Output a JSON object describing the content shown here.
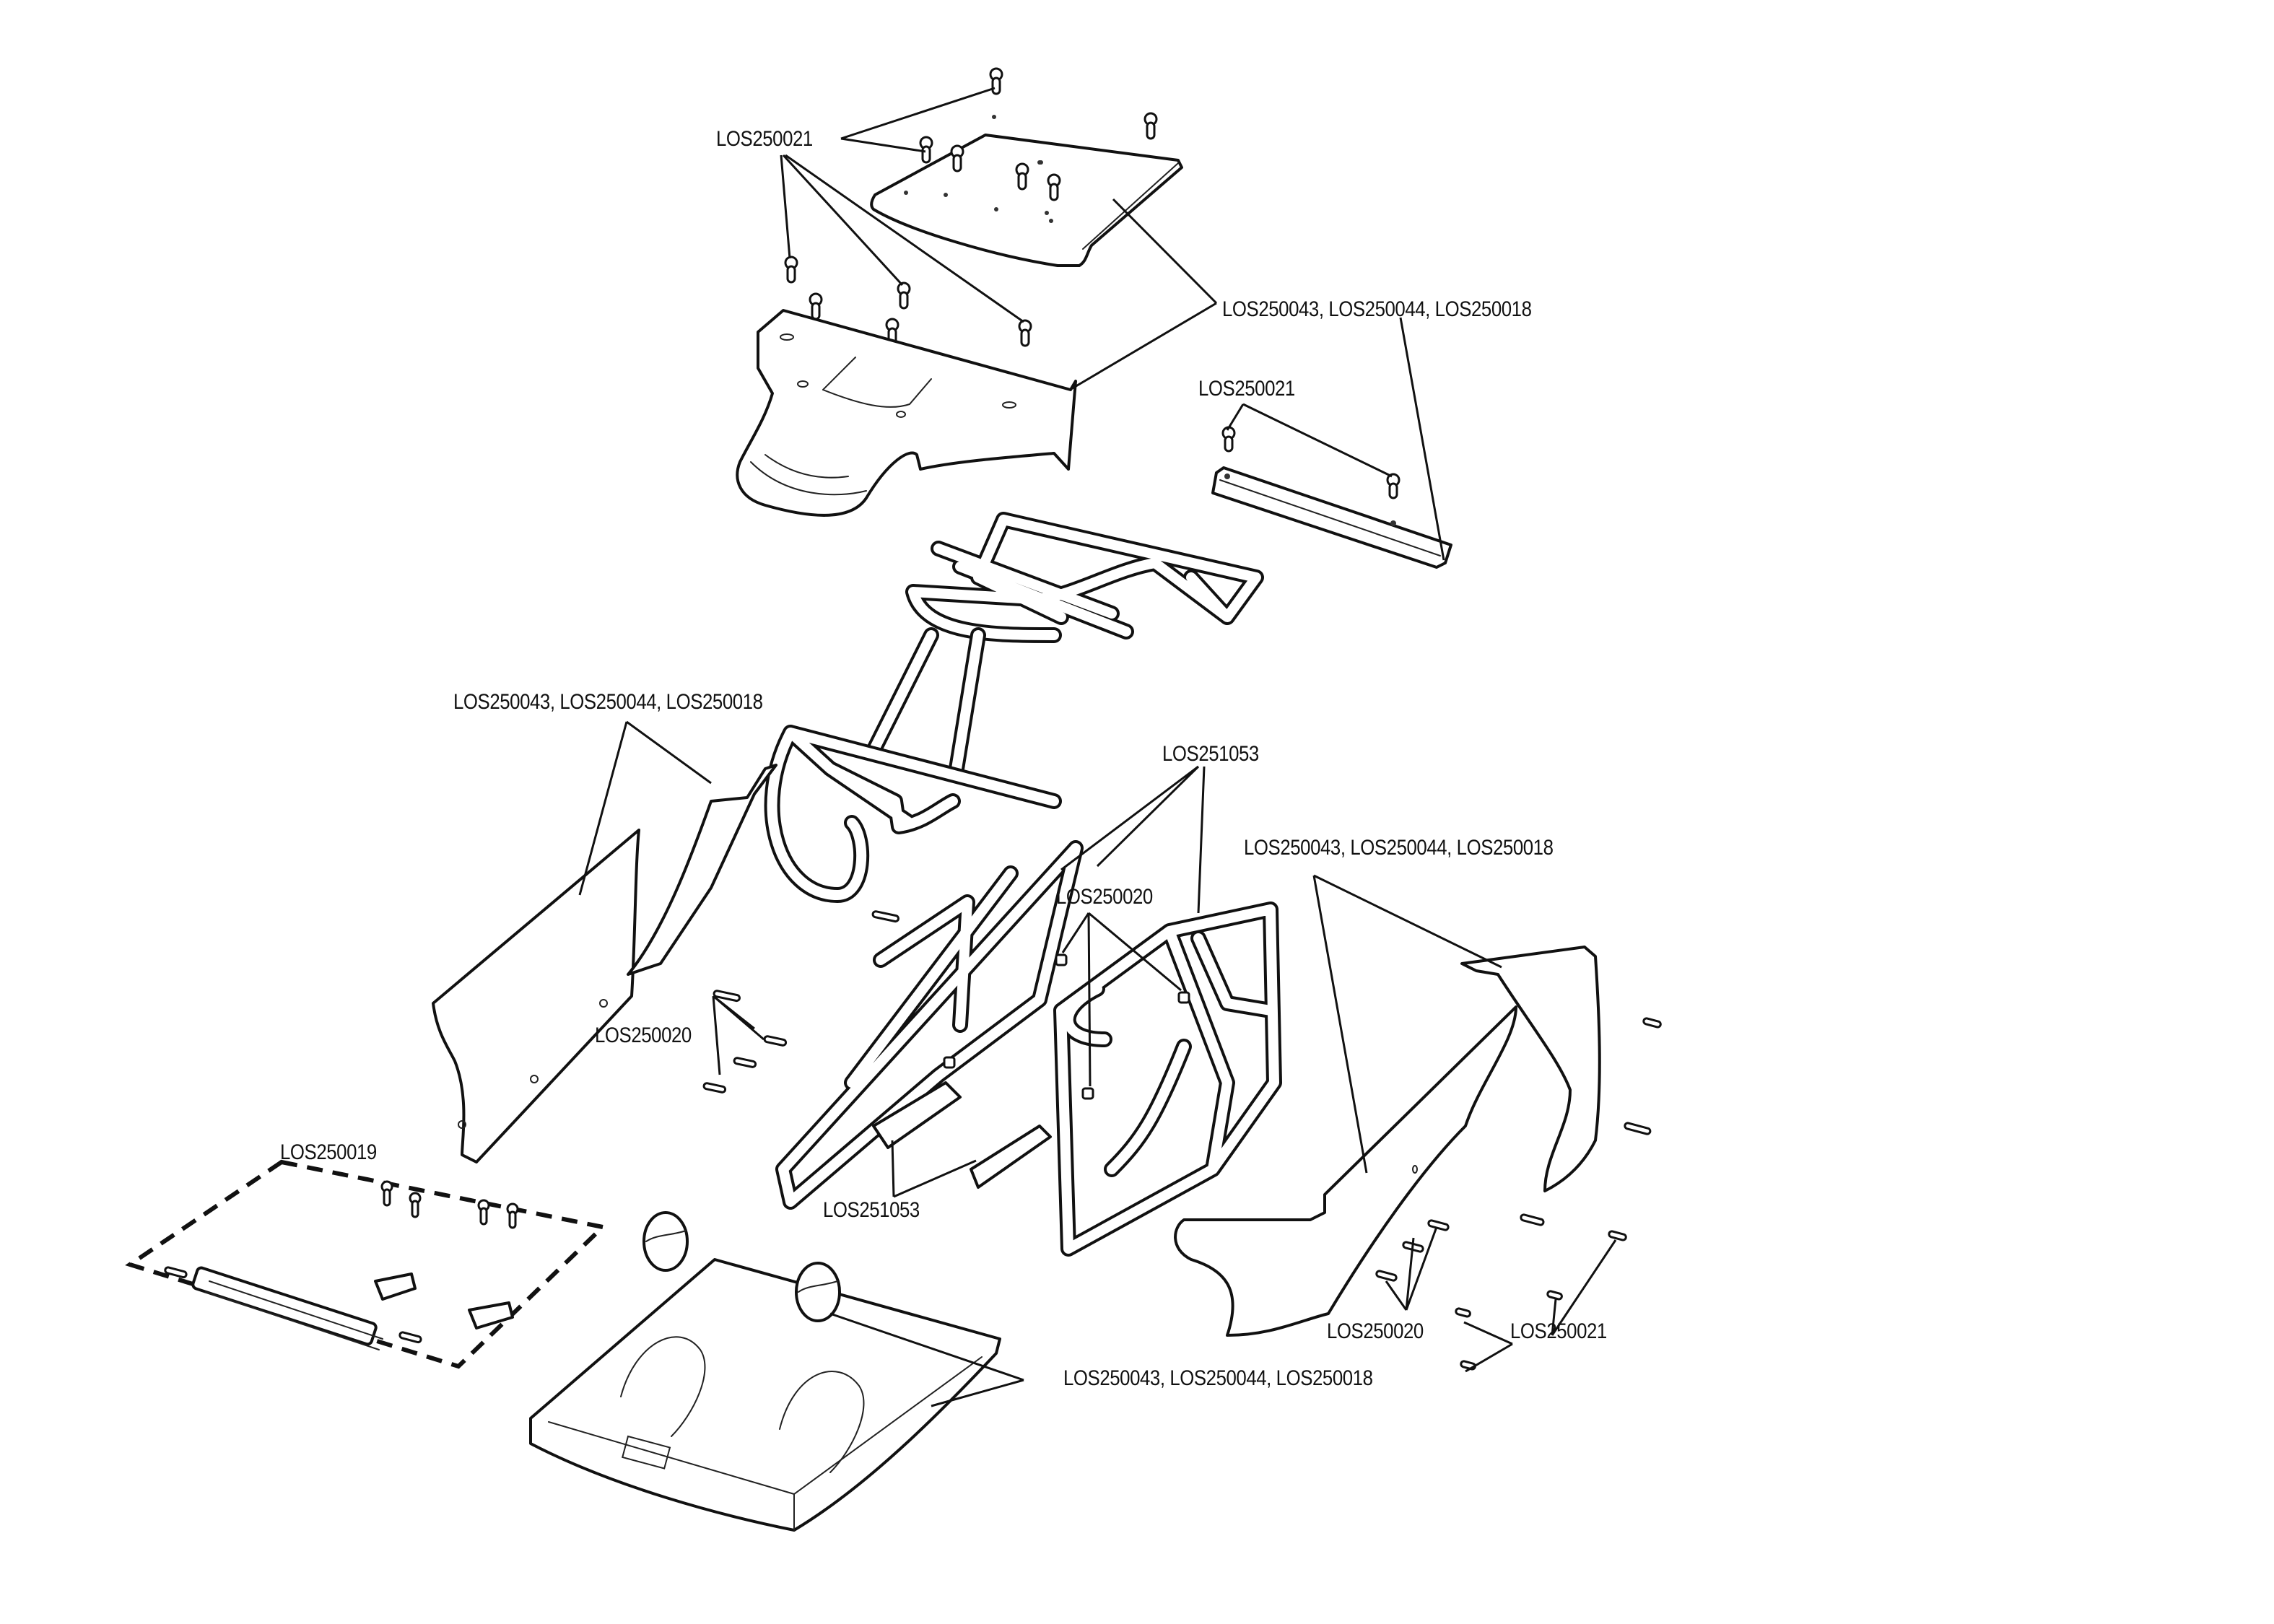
{
  "diagram": {
    "kind": "exploded-parts-view",
    "line_color": "#111111",
    "background": "#ffffff"
  },
  "labels": {
    "top_screws": "LOS250021",
    "top_body_panels": "LOS250043, LOS250044, LOS250018",
    "rear_wing_screws": "LOS250021",
    "left_side_panels": "LOS250043, LOS250044, LOS250018",
    "roll_cage": "LOS251053",
    "right_side_panels": "LOS250043, LOS250044, LOS250018",
    "cage_nuts": "LOS250020",
    "left_cage_pins": "LOS250020",
    "cage_mounts": "LOS251053",
    "light_bar_kit": "LOS250019",
    "right_pins": "LOS250020",
    "right_screws": "LOS250021",
    "interior_tray": "LOS250043, LOS250044, LOS250018"
  }
}
